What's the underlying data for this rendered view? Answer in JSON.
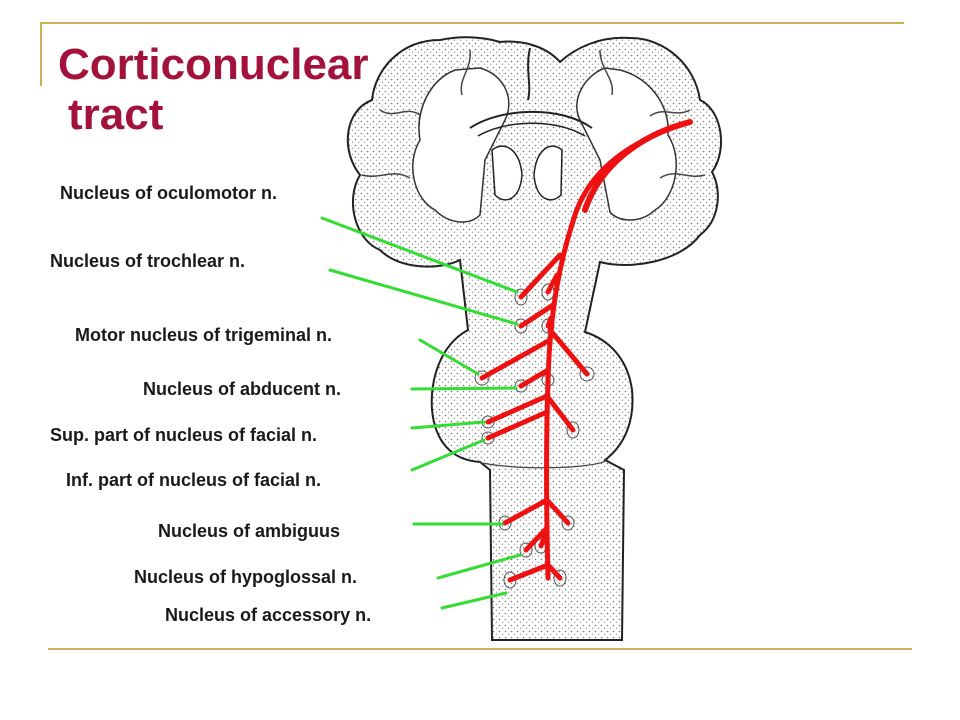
{
  "title": {
    "line1": "Corticonuclear",
    "line2": "tract"
  },
  "labels": {
    "oculomotor": "Nucleus of oculomotor n.",
    "trochlear": "Nucleus of trochlear n.",
    "trigeminal": "Motor nucleus of trigeminal n.",
    "abducent": "Nucleus of abducent n.",
    "facial_sup": "Sup. part of nucleus of facial n.",
    "facial_inf": "Inf. part of nucleus of facial n.",
    "ambiguus": "Nucleus of ambiguus",
    "hypoglossal": "Nucleus of hypoglossal n.",
    "accessory": "Nucleus of accessory n."
  },
  "colors": {
    "title": "#a3123a",
    "tract": "#ee1111",
    "pointer": "#33dd33",
    "outline": "#222222",
    "frame": "#c9b25a"
  }
}
